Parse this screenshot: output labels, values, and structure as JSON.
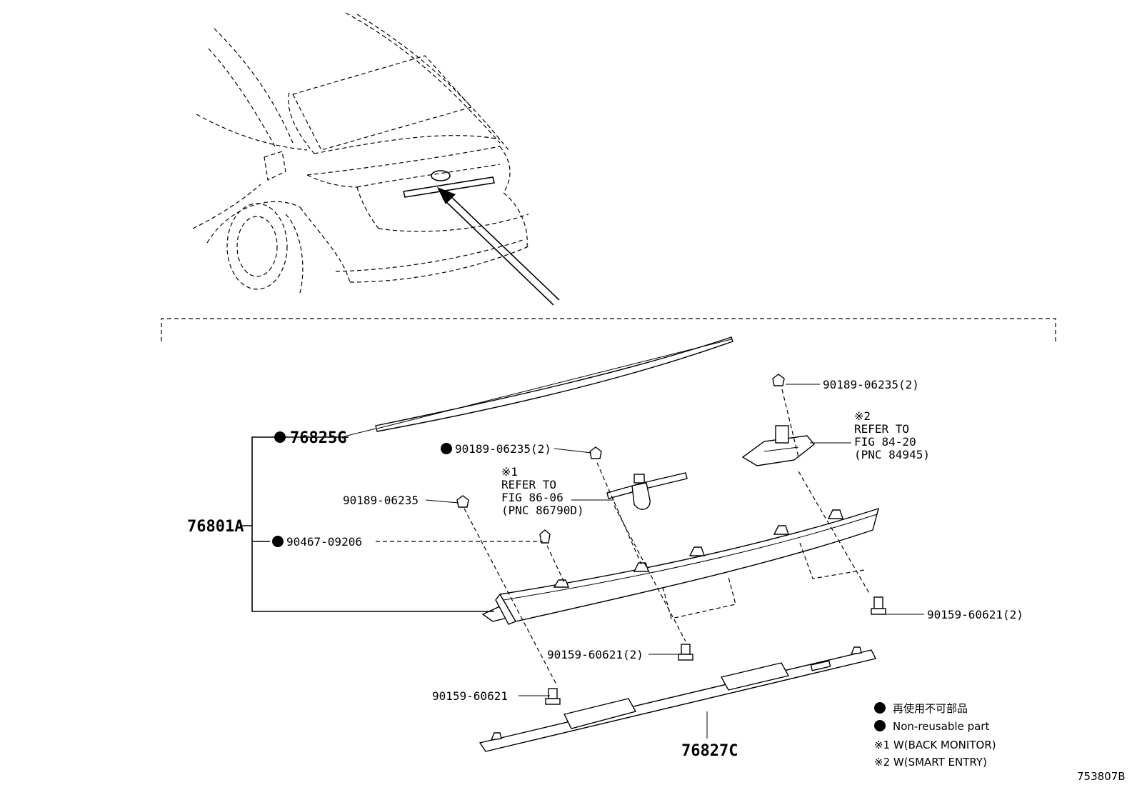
{
  "labels": {
    "p76825G": "76825G",
    "p76801A": "76801A",
    "p76827C": "76827C",
    "s90189_top": "90189-06235(2)",
    "s90189_mid": "90189-06235(2)",
    "s90189_single": "90189-06235",
    "s90467": "90467-09206",
    "s90159_right": "90159-60621(2)",
    "s90159_mid": "90159-60621(2)",
    "s90159_single": "90159-60621"
  },
  "ref1": {
    "mark": "※1",
    "line1": "REFER TO",
    "line2": "FIG 86-06",
    "line3": "(PNC 86790D)"
  },
  "ref2": {
    "mark": "※2",
    "line1": "REFER TO",
    "line2": "FIG 84-20",
    "line3": "(PNC 84945)"
  },
  "legend": {
    "ja": "再使用不可部品",
    "en": "Non-reusable part",
    "note1": "※1 W(BACK MONITOR)",
    "note2": "※2 W(SMART ENTRY)"
  },
  "figure_id": "753807B"
}
